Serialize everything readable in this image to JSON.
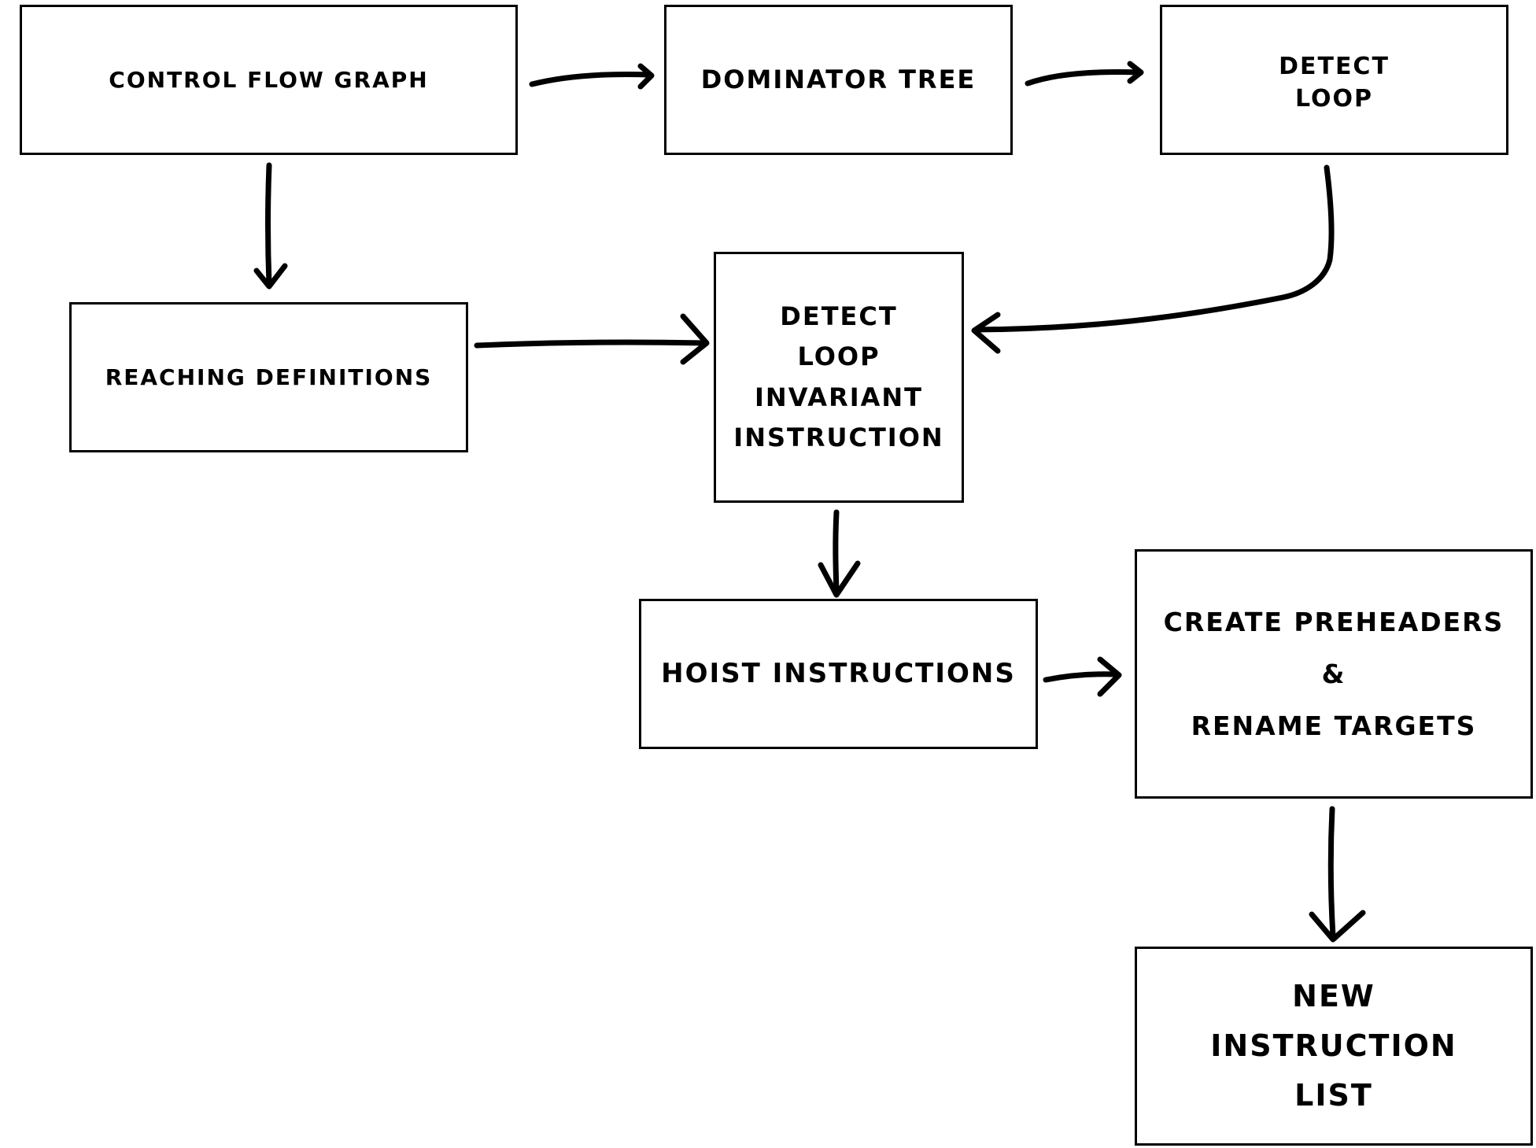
{
  "diagram": {
    "nodes": [
      {
        "id": "cfg",
        "lines": [
          "CONTROL   FLOW   GRAPH"
        ]
      },
      {
        "id": "domtree",
        "lines": [
          "DOMINATOR TREE"
        ]
      },
      {
        "id": "detectloop",
        "lines": [
          "DETECT",
          "LOOP"
        ]
      },
      {
        "id": "reaching",
        "lines": [
          "REACHING   DEFINITIONS"
        ]
      },
      {
        "id": "invariant",
        "lines": [
          "DETECT",
          "LOOP",
          "INVARIANT",
          "INSTRUCTION"
        ]
      },
      {
        "id": "hoist",
        "lines": [
          "HOIST  INSTRUCTIONS"
        ]
      },
      {
        "id": "preheaders",
        "lines": [
          "CREATE  PREHEADERS",
          "&",
          "RENAME  TARGETS"
        ]
      },
      {
        "id": "newlist",
        "lines": [
          "NEW",
          "INSTRUCTION",
          "LIST"
        ]
      }
    ],
    "edges": [
      {
        "from": "cfg",
        "to": "domtree"
      },
      {
        "from": "domtree",
        "to": "detectloop"
      },
      {
        "from": "cfg",
        "to": "reaching"
      },
      {
        "from": "reaching",
        "to": "invariant"
      },
      {
        "from": "detectloop",
        "to": "invariant"
      },
      {
        "from": "invariant",
        "to": "hoist"
      },
      {
        "from": "hoist",
        "to": "preheaders"
      },
      {
        "from": "preheaders",
        "to": "newlist"
      }
    ]
  }
}
